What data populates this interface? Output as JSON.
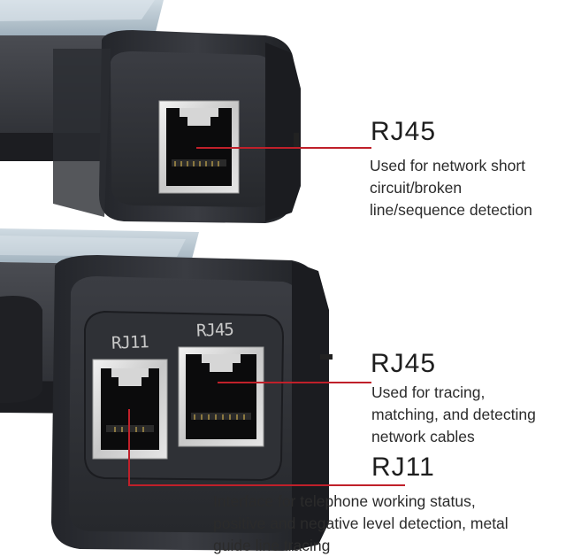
{
  "device_labels": {
    "port_rj11": "RJ11",
    "port_rj45": "RJ45"
  },
  "callouts": [
    {
      "title": "RJ45",
      "lines": [
        "Used for network short",
        "circuit/broken",
        "line/sequence detection"
      ]
    },
    {
      "title": "RJ45",
      "lines": [
        "Used for tracing,",
        "matching, and detecting",
        "network cables"
      ]
    },
    {
      "title": "RJ11",
      "lines": [
        "Interface for telephone working status,",
        "positive and negative level detection, metal",
        "guide line tracing"
      ]
    }
  ],
  "colors": {
    "leader_line": "#c0202a",
    "device_body": "#2e3036",
    "jack_metal": "#d8d8d8"
  }
}
